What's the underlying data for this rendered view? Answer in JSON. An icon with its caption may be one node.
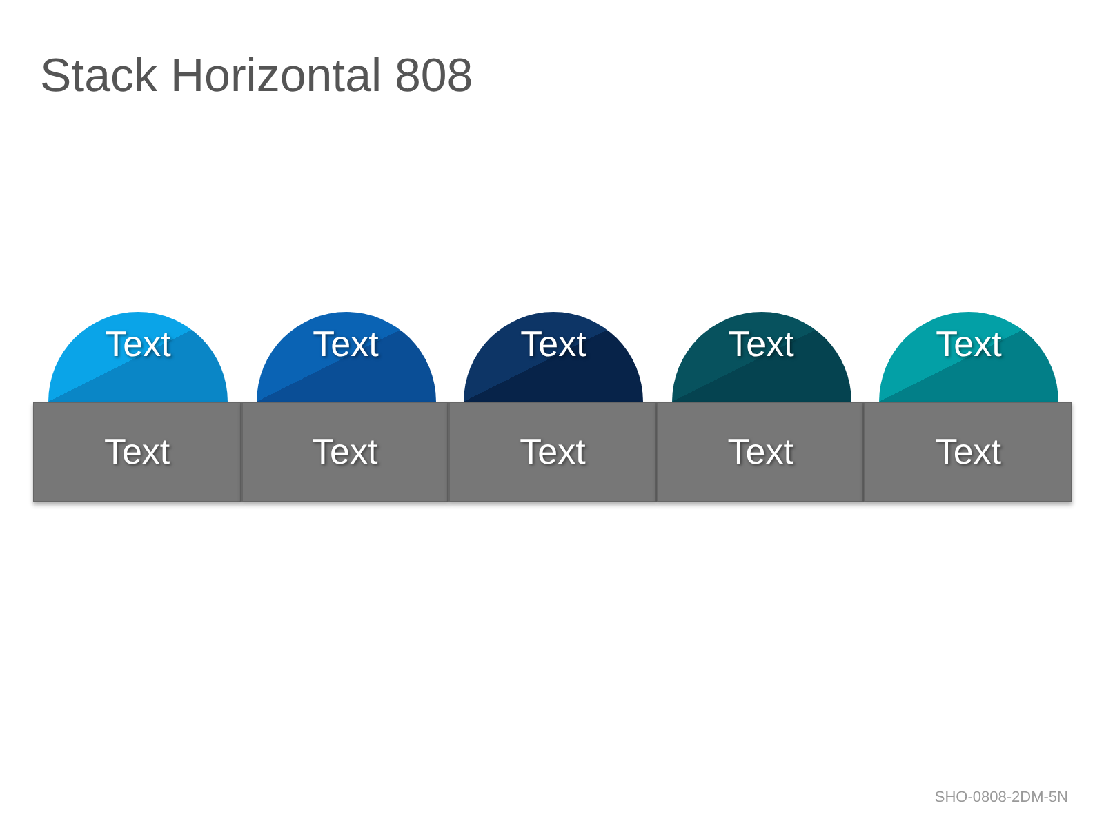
{
  "diagram": {
    "title": "Stack Horizontal 808",
    "nodes": [
      {
        "text": [
          "Text"
        ]
      },
      {
        "text": [
          "Text"
        ]
      },
      {
        "text": [
          "Text"
        ]
      },
      {
        "text": [
          "Text"
        ]
      },
      {
        "text": [
          "Text"
        ]
      },
      {
        "text": [
          "Text"
        ]
      },
      {
        "text": [
          "Text"
        ]
      },
      {
        "text": [
          "Text"
        ]
      },
      {
        "text": [
          "Text"
        ]
      },
      {
        "text": [
          "Text"
        ]
      }
    ],
    "labels": [
      "SHO-0808-2DM-5N"
    ]
  }
}
